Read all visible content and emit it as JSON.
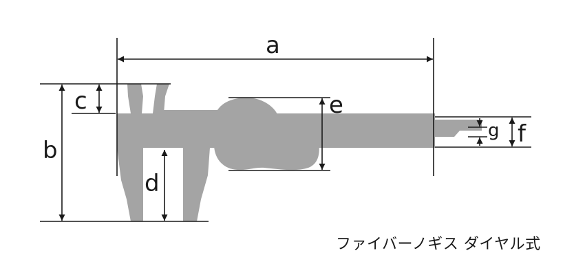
{
  "labels": {
    "a": "a",
    "b": "b",
    "c": "c",
    "d": "d",
    "e": "e",
    "f": "f",
    "g": "g"
  },
  "caption": "ファイバーノギス ダイヤル式",
  "colors": {
    "body": "#a4a4a4",
    "line": "#1a1a1a",
    "background": "#ffffff"
  }
}
